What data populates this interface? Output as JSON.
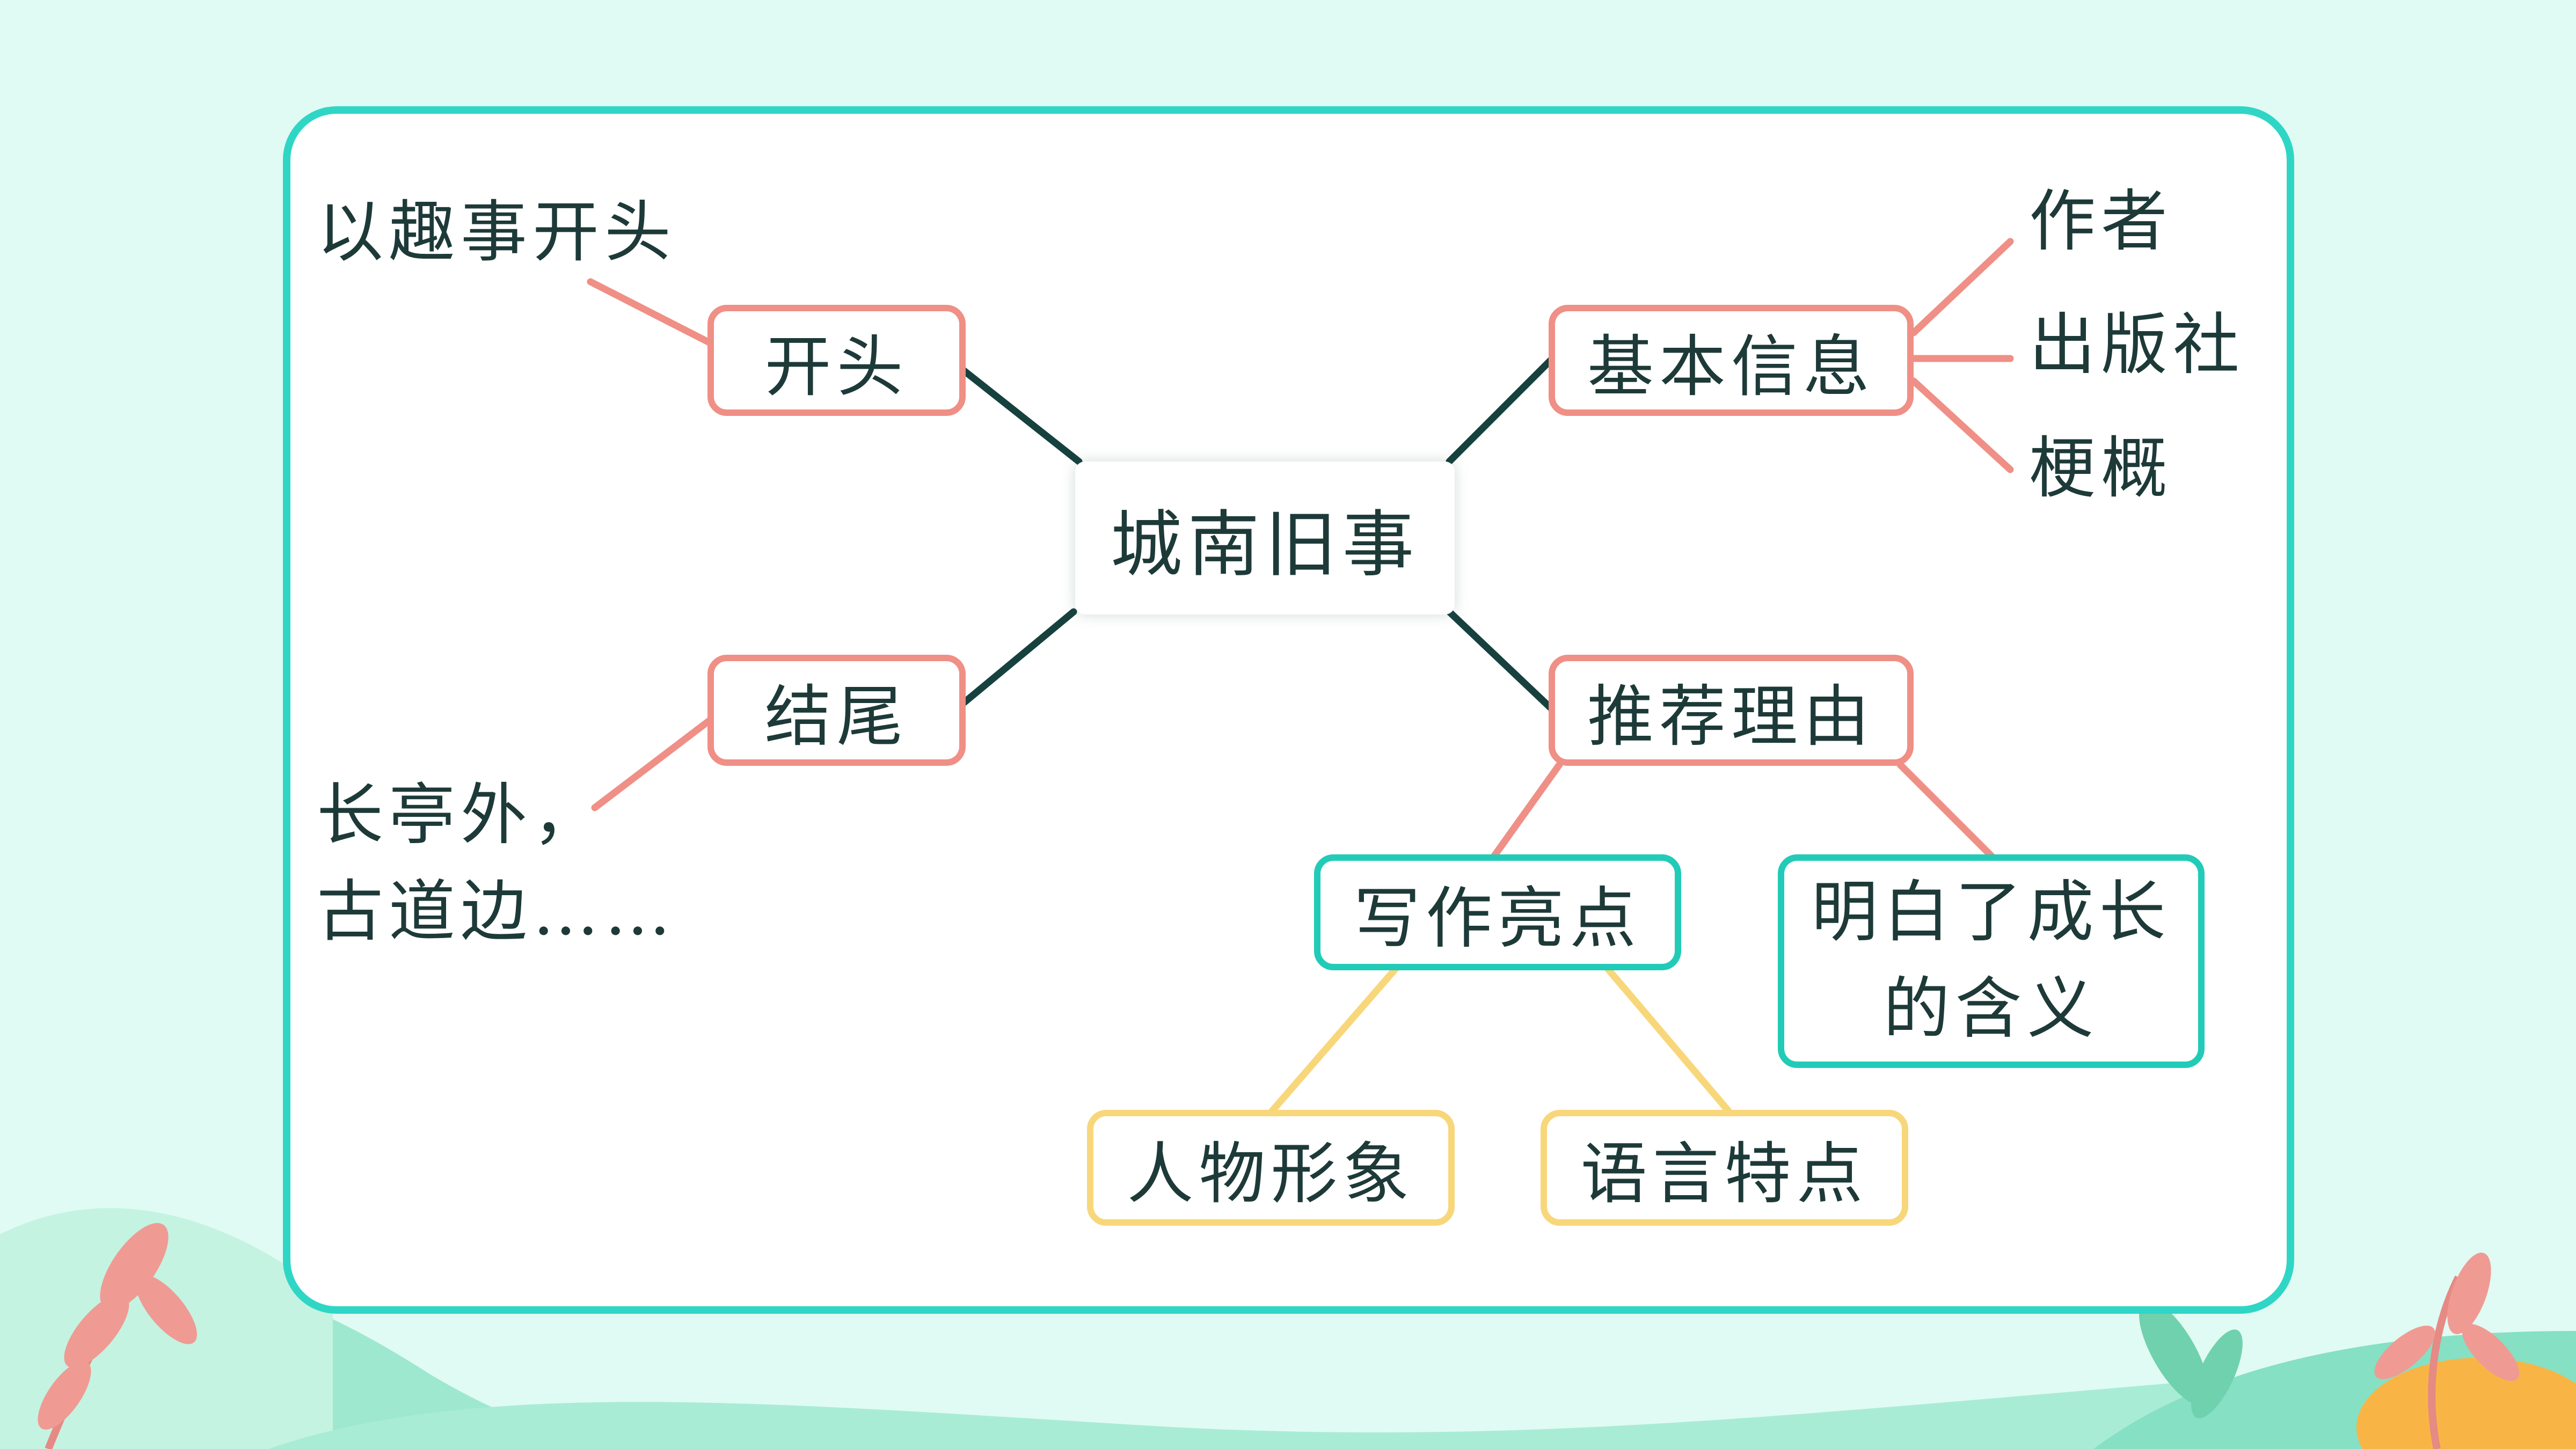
{
  "center": "城南旧事",
  "branches": {
    "opening": {
      "label": "开头",
      "detail": "以趣事开头"
    },
    "ending": {
      "label": "结尾",
      "detail_line1": "长亭外，",
      "detail_line2": "古道边……"
    },
    "basic_info": {
      "label": "基本信息",
      "items": [
        "作者",
        "出版社",
        "梗概"
      ]
    },
    "reasons": {
      "label": "推荐理由",
      "writing_highlights": {
        "label": "写作亮点",
        "items": [
          "人物形象",
          "语言特点"
        ]
      },
      "growth_line1": "明白了成长",
      "growth_line2": "的含义"
    }
  },
  "colors": {
    "board_border": "#2fd6c6",
    "background": "#e0fbf3",
    "pink": "#ef8f86",
    "teal": "#22cbb7",
    "yellow": "#f8d77b",
    "dark_link": "#17413e"
  }
}
